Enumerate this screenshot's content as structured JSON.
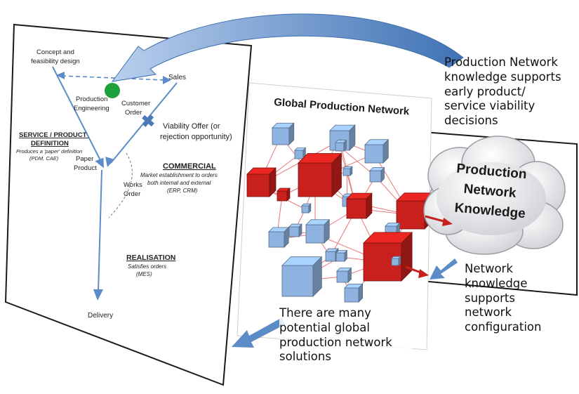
{
  "left_panel": {
    "concept_label": [
      "Concept and",
      "feasibility design"
    ],
    "sales_label": "Sales",
    "production_engineering_label": [
      "Production",
      "Engineering"
    ],
    "customer_order_label": [
      "Customer",
      "Order"
    ],
    "viability_offer_label": [
      "Viability Offer (or",
      "rejection opportunity)"
    ],
    "service_product_heading": [
      "SERVICE / PRODUCT",
      "DEFINITION"
    ],
    "service_product_desc": [
      "Produces a 'paper' definition",
      "(PDM, CAE)"
    ],
    "paper_product_label": [
      "Paper",
      "Product"
    ],
    "commercial_heading": "COMMERCIAL",
    "commercial_desc": [
      "Market establishment to orders",
      "both internal and external",
      "(ERP, CRM)"
    ],
    "works_order_label": [
      "Works",
      "Order"
    ],
    "realisation_heading": "REALISATION",
    "realisation_desc": [
      "Satisfies orders",
      "(MES)"
    ],
    "delivery_label": "Delivery"
  },
  "network_panel": {
    "title": "Global Production Network"
  },
  "cloud": {
    "label": [
      "Production",
      "Network",
      "Knowledge"
    ]
  },
  "captions": {
    "top": "Production Network\nknowledge supports\nearly product/\nservice viability\ndecisions",
    "right": "Network\nknowledge\nsupports\nnetwork\nconfiguration",
    "bottom": "There are many\npotential global\nproduction network\nsolutions"
  },
  "colors": {
    "arrow_blue": "#5b8cc8",
    "node_red": "#c8201c",
    "node_blue": "#8fb3e0",
    "edge_pink": "#e7787a",
    "green_dot": "#1ea13a"
  }
}
